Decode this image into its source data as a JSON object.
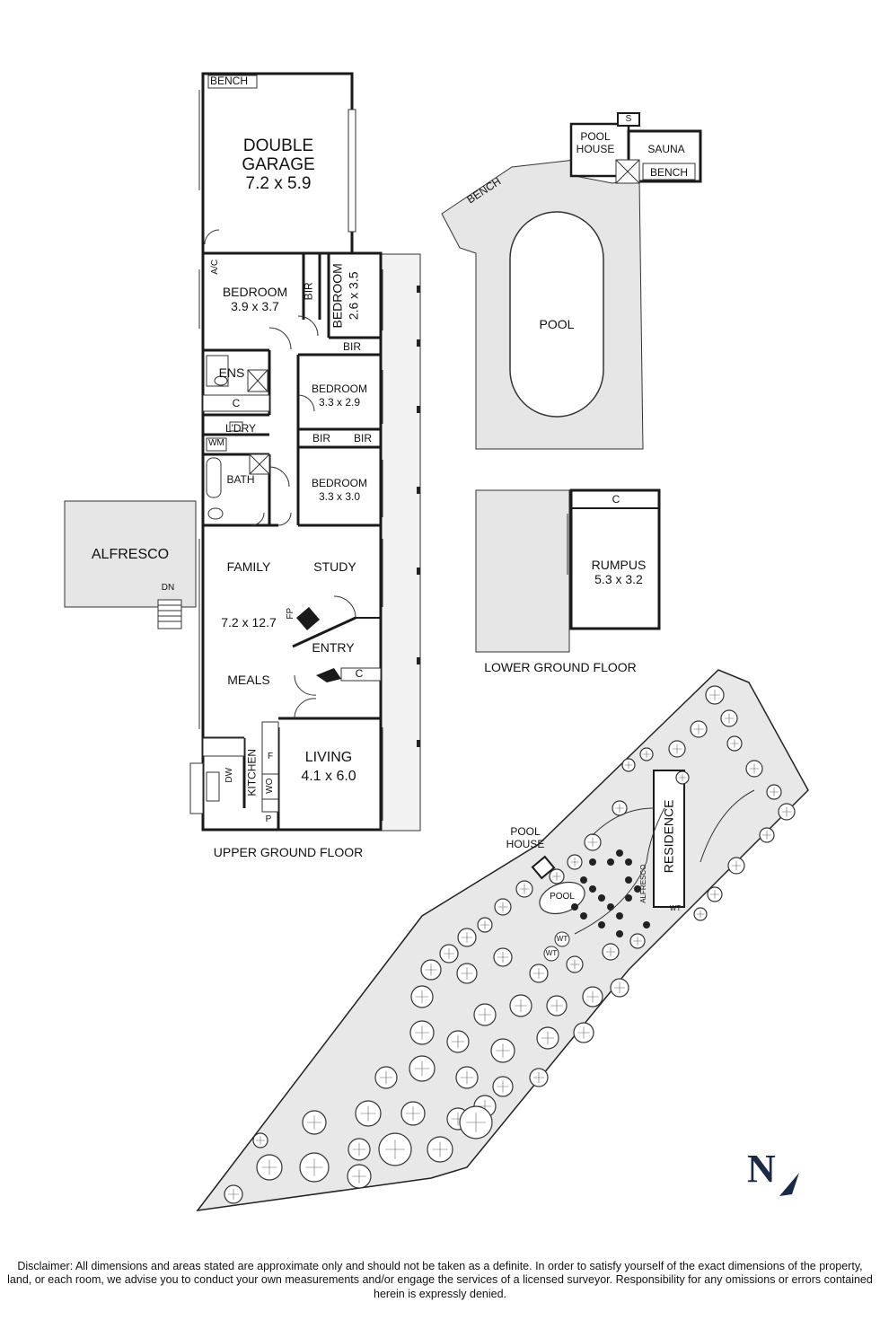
{
  "rooms": {
    "garage": {
      "name": "DOUBLE GARAGE",
      "line1": "DOUBLE",
      "line2": "GARAGE",
      "size": "7.2 x 5.9"
    },
    "garage_bench": "BENCH",
    "bedroom1": {
      "name": "BEDROOM",
      "size": "3.9 x 3.7"
    },
    "bedroom2": {
      "name": "BEDROOM",
      "size": "2.6 x 3.5"
    },
    "bedroom3": {
      "name": "BEDROOM",
      "size": "3.3 x 2.9"
    },
    "bedroom4": {
      "name": "BEDROOM",
      "size": "3.3 x 3.0"
    },
    "ac": "A/C",
    "bir": "BIR",
    "ens": "ENS",
    "cupboard": "C",
    "laundry": "L'DRY",
    "wm": "WM",
    "bath": "BATH",
    "alfresco": "ALFRESCO",
    "dn": "DN",
    "family": "FAMILY",
    "study": "STUDY",
    "family_size": "7.2 x 12.7",
    "fp": "FP",
    "entry": "ENTRY",
    "meals": "MEALS",
    "living": {
      "name": "LIVING",
      "size": "4.1 x 6.0"
    },
    "kitchen": "KITCHEN",
    "dw": "DW",
    "wo": "WO",
    "f": "F",
    "p": "P",
    "pool": "POOL",
    "pool_house": {
      "line1": "POOL",
      "line2": "HOUSE"
    },
    "sauna": "SAUNA",
    "s": "S",
    "bench": "BENCH",
    "rumpus": {
      "name": "RUMPUS",
      "size": "5.3 x 3.2"
    }
  },
  "floors": {
    "upper": "UPPER GROUND FLOOR",
    "lower": "LOWER GROUND FLOOR"
  },
  "site": {
    "residence": "RESIDENCE",
    "pool_house": {
      "line1": "POOL",
      "line2": "HOUSE"
    },
    "pool": "POOL",
    "alfresco": "ALFRESCO",
    "wt": "WT"
  },
  "north": "N",
  "disclaimer": "Disclaimer: All dimensions and areas stated are approximate only and should not be taken as a definite. In order to satisfy yourself of the exact dimensions of the property, land, or each room, we advise you to conduct your own measurements and/or engage the services of a licensed surveyor. Responsibility for any omissions or errors contained herein is expressly denied.",
  "colors": {
    "wall": "#1a1a1a",
    "fill_grey": "#e6e6e6",
    "north": "#1b2a44"
  }
}
